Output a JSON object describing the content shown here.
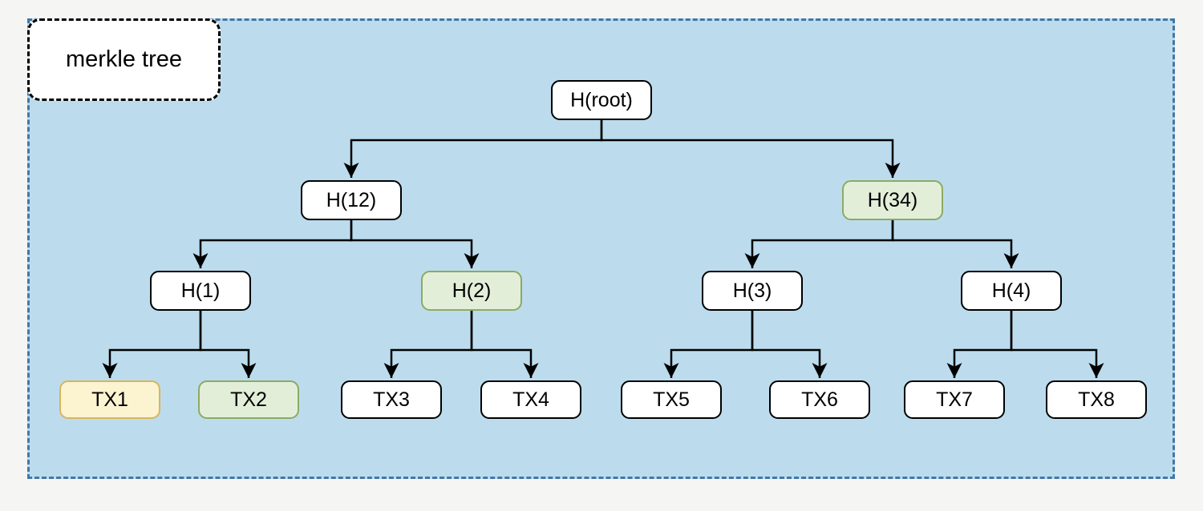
{
  "diagram": {
    "title": "merkle tree",
    "type": "tree",
    "colors": {
      "page_background": "#f5f5f4",
      "container_fill": "#bcdcee",
      "container_border": "#4377a6",
      "node_default_fill": "#ffffff",
      "node_default_border": "#000000",
      "highlight_green_fill": "#e3eed9",
      "highlight_green_border": "#8bab63",
      "highlight_yellow_fill": "#fcf3d0",
      "highlight_yellow_border": "#d6b65e",
      "edge_color": "#000000"
    },
    "nodes": [
      {
        "id": "root",
        "label": "H(root)",
        "variant": "white",
        "level": 0
      },
      {
        "id": "h12",
        "label": "H(12)",
        "variant": "white",
        "level": 1
      },
      {
        "id": "h34",
        "label": "H(34)",
        "variant": "green",
        "level": 1
      },
      {
        "id": "h1",
        "label": "H(1)",
        "variant": "white",
        "level": 2
      },
      {
        "id": "h2",
        "label": "H(2)",
        "variant": "green",
        "level": 2
      },
      {
        "id": "h3",
        "label": "H(3)",
        "variant": "white",
        "level": 2
      },
      {
        "id": "h4",
        "label": "H(4)",
        "variant": "white",
        "level": 2
      },
      {
        "id": "tx1",
        "label": "TX1",
        "variant": "yellow",
        "level": 3
      },
      {
        "id": "tx2",
        "label": "TX2",
        "variant": "green",
        "level": 3
      },
      {
        "id": "tx3",
        "label": "TX3",
        "variant": "white",
        "level": 3
      },
      {
        "id": "tx4",
        "label": "TX4",
        "variant": "white",
        "level": 3
      },
      {
        "id": "tx5",
        "label": "TX5",
        "variant": "white",
        "level": 3
      },
      {
        "id": "tx6",
        "label": "TX6",
        "variant": "white",
        "level": 3
      },
      {
        "id": "tx7",
        "label": "TX7",
        "variant": "white",
        "level": 3
      },
      {
        "id": "tx8",
        "label": "TX8",
        "variant": "white",
        "level": 3
      }
    ],
    "edges": [
      {
        "from": "H(root)",
        "to": "H(12)"
      },
      {
        "from": "H(root)",
        "to": "H(34)"
      },
      {
        "from": "H(12)",
        "to": "H(1)"
      },
      {
        "from": "H(12)",
        "to": "H(2)"
      },
      {
        "from": "H(34)",
        "to": "H(3)"
      },
      {
        "from": "H(34)",
        "to": "H(4)"
      },
      {
        "from": "H(1)",
        "to": "TX1"
      },
      {
        "from": "H(1)",
        "to": "TX2"
      },
      {
        "from": "H(2)",
        "to": "TX3"
      },
      {
        "from": "H(2)",
        "to": "TX4"
      },
      {
        "from": "H(3)",
        "to": "TX5"
      },
      {
        "from": "H(3)",
        "to": "TX6"
      },
      {
        "from": "H(4)",
        "to": "TX7"
      },
      {
        "from": "H(4)",
        "to": "TX8"
      }
    ]
  }
}
